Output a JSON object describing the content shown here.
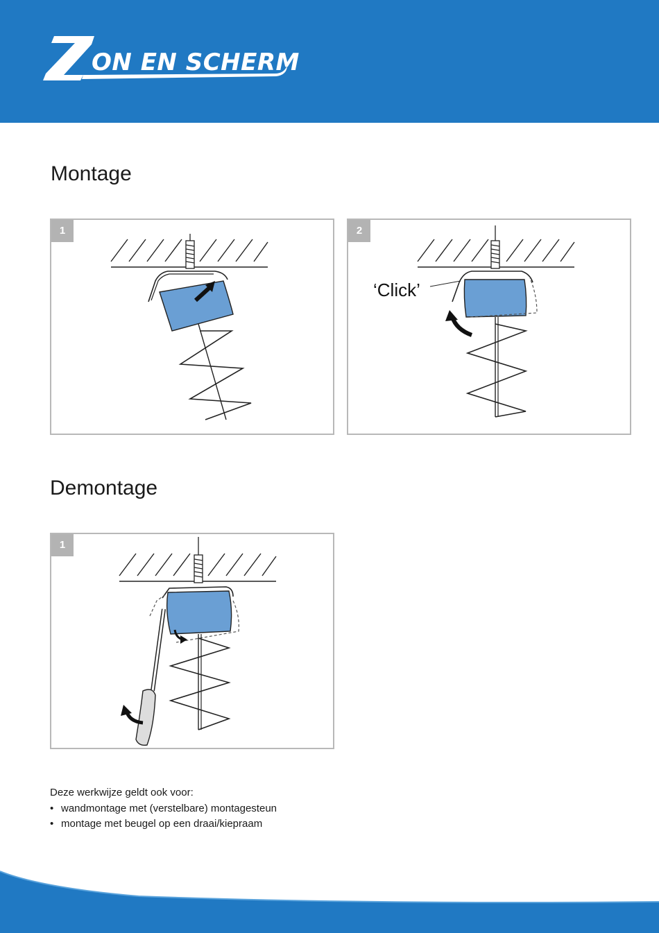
{
  "brand": {
    "name": "ON EN SCHERM",
    "logo_text": "ZON EN SCHERM",
    "color": "#2079c3"
  },
  "sections": {
    "montage_title": "Montage",
    "demontage_title": "Demontage"
  },
  "steps": {
    "montage": [
      {
        "number": "1"
      },
      {
        "number": "2",
        "callout": "‘Click’"
      }
    ],
    "demontage": [
      {
        "number": "1"
      }
    ]
  },
  "note": {
    "lead": "Deze werkwijze geldt ook voor:",
    "items": [
      "wandmontage met (verstelbare) montagesteun",
      "montage met beugel op een draai/kiepraam"
    ]
  },
  "colors": {
    "header": "#2079c3",
    "headrail": "#6a9fd4",
    "panel_border": "#b8b8b8",
    "badge": "#b3b3b3"
  },
  "icons": [
    "z-logo-icon",
    "arrow-icon",
    "screw-icon",
    "screwdriver-icon"
  ]
}
